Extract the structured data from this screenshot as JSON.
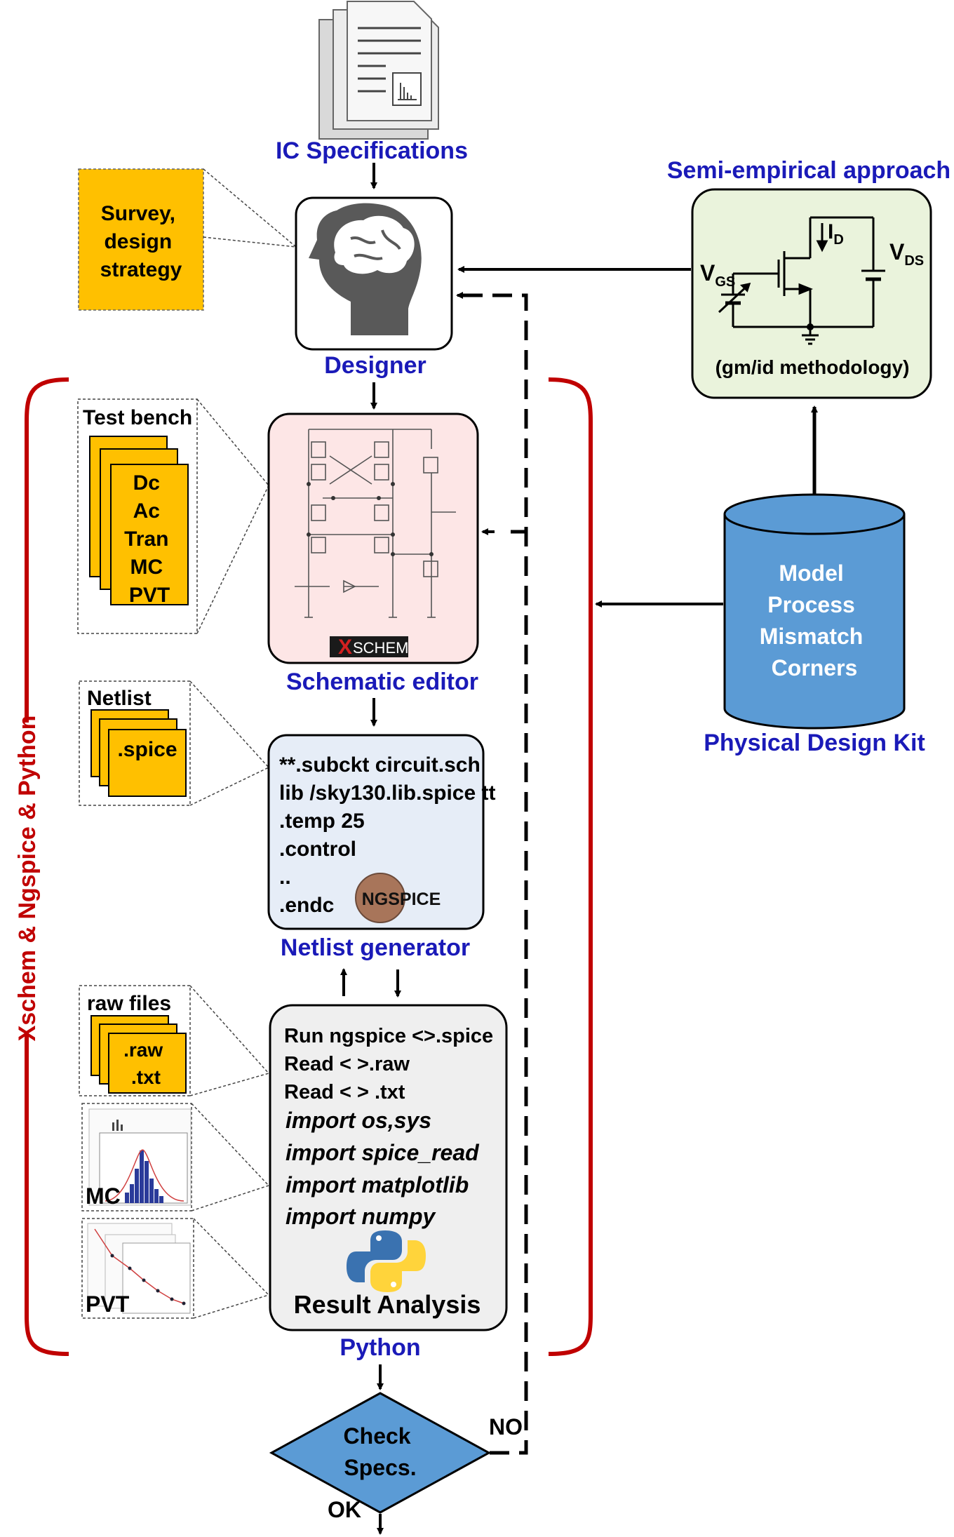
{
  "labels": {
    "ic_specs": "IC Specifications",
    "designer": "Designer",
    "semi_empirical": "Semi-empirical approach",
    "gmid": "(gm/id methodology)",
    "survey": [
      "Survey,",
      "design",
      "strategy"
    ],
    "schematic_editor": "Schematic editor",
    "netlist_generator": "Netlist generator",
    "python": "Python",
    "pdk": "Physical Design Kit",
    "pdk_items": [
      "Model",
      "Process",
      "Mismatch",
      "Corners"
    ],
    "bracket": "Xschem & Ngspice & Python",
    "check": [
      "Check",
      "Specs."
    ],
    "no": "NO",
    "ok": "OK",
    "vgs": "V",
    "vgs_sub": "GS",
    "vds": "V",
    "vds_sub": "DS",
    "id": "I",
    "id_sub": "D"
  },
  "testbench": {
    "title": "Test bench",
    "items": [
      "Dc",
      "Ac",
      "Tran",
      "MC",
      "PVT"
    ]
  },
  "netlist": {
    "title": "Netlist",
    "item": ".spice"
  },
  "rawfiles": {
    "title": "raw files",
    "items": [
      ".raw",
      ".txt"
    ]
  },
  "plots": {
    "mc": "MC",
    "pvt": "PVT"
  },
  "netlist_code": [
    "**.subckt circuit.sch",
    "lib /sky130.lib.spice tt",
    ".temp  25",
    ".control",
    "..",
    ".endc"
  ],
  "python_code": [
    "Run ngspice <>.spice",
    "Read <  >.raw",
    "Read <  > .txt"
  ],
  "python_imports": [
    "import os,sys",
    "import spice_read",
    "import matplotlib",
    "import numpy"
  ],
  "result_analysis": "Result Analysis",
  "logos": {
    "xschem_x": "X",
    "xschem_rest": "SCHEM",
    "ngspice": "NGSPICE"
  },
  "colors": {
    "label_blue": "#1a1ab8",
    "amber": "#ffc000",
    "green_box": "#eaf3dc",
    "pink_box": "#fde6e6",
    "netlist_box": "#e6edf7",
    "python_box": "#efefef",
    "pdk_blue": "#5b9bd5",
    "bracket_red": "#c00000"
  }
}
